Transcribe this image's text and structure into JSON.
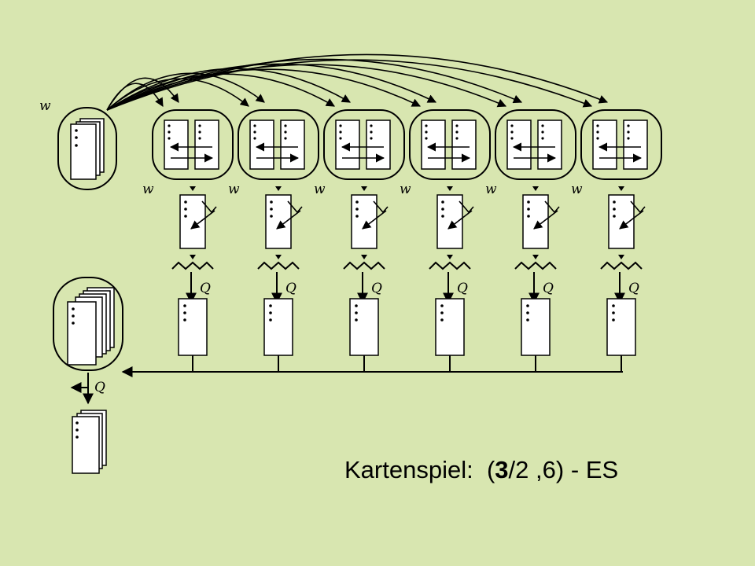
{
  "symbols": {
    "w": "w",
    "q": "Q"
  },
  "caption": {
    "label": "Kartenspiel:",
    "open": "(",
    "mu": "3",
    "slash": "/",
    "rho": "2",
    "comma": ",",
    "lambda": "6",
    "close": ")",
    "dash": "-",
    "es": "ES"
  },
  "columns": 6,
  "colors": {
    "background": "#d8e6b0",
    "ink": "#000000",
    "card": "#ffffff"
  }
}
